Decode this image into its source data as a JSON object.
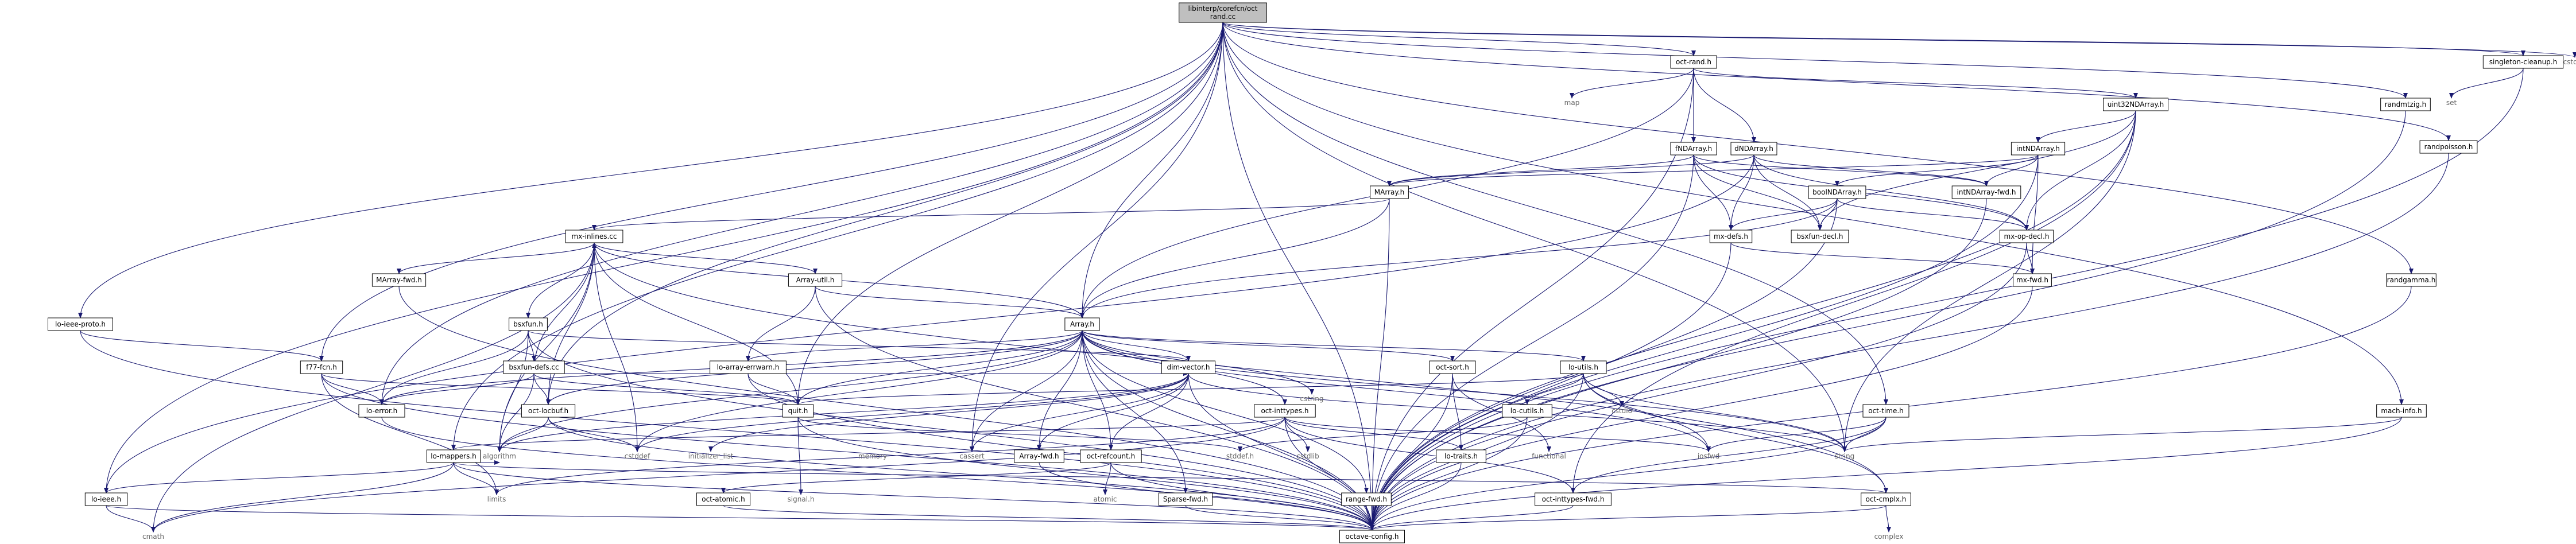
{
  "graph": {
    "edge_color": "#191970",
    "root_fill": "#bfbfbf",
    "external_text_color": "#666666",
    "nodes": [
      {
        "id": "root",
        "label": "libinterp/corefcn/oct\nrand.cc",
        "kind": "root"
      },
      {
        "id": "oct-rand",
        "label": "oct-rand.h",
        "kind": "file"
      },
      {
        "id": "singleton",
        "label": "singleton-cleanup.h",
        "kind": "file"
      },
      {
        "id": "cstdint",
        "label": "cstdint",
        "kind": "external"
      },
      {
        "id": "map",
        "label": "map",
        "kind": "external"
      },
      {
        "id": "uint32",
        "label": "uint32NDArray.h",
        "kind": "file"
      },
      {
        "id": "randmtzig",
        "label": "randmtzig.h",
        "kind": "file"
      },
      {
        "id": "set",
        "label": "set",
        "kind": "external"
      },
      {
        "id": "randpoisson",
        "label": "randpoisson.h",
        "kind": "file"
      },
      {
        "id": "fNDArray",
        "label": "fNDArray.h",
        "kind": "file"
      },
      {
        "id": "dNDArray",
        "label": "dNDArray.h",
        "kind": "file"
      },
      {
        "id": "intNDArray",
        "label": "intNDArray.h",
        "kind": "file"
      },
      {
        "id": "MArray",
        "label": "MArray.h",
        "kind": "file"
      },
      {
        "id": "intNDArray-fwd",
        "label": "intNDArray-fwd.h",
        "kind": "file"
      },
      {
        "id": "boolNDArray",
        "label": "boolNDArray.h",
        "kind": "file"
      },
      {
        "id": "mx-inlines",
        "label": "mx-inlines.cc",
        "kind": "file"
      },
      {
        "id": "mx-defs",
        "label": "mx-defs.h",
        "kind": "file"
      },
      {
        "id": "bsxfun-decl",
        "label": "bsxfun-decl.h",
        "kind": "file"
      },
      {
        "id": "mx-op-decl",
        "label": "mx-op-decl.h",
        "kind": "file"
      },
      {
        "id": "MArray-fwd",
        "label": "MArray-fwd.h",
        "kind": "file"
      },
      {
        "id": "Array-util",
        "label": "Array-util.h",
        "kind": "file"
      },
      {
        "id": "mx-fwd",
        "label": "mx-fwd.h",
        "kind": "file"
      },
      {
        "id": "randgamma",
        "label": "randgamma.h",
        "kind": "file"
      },
      {
        "id": "lo-ieee-proto",
        "label": "lo-ieee-proto.h",
        "kind": "file"
      },
      {
        "id": "Array",
        "label": "Array.h",
        "kind": "file"
      },
      {
        "id": "bsxfun",
        "label": "bsxfun.h",
        "kind": "file"
      },
      {
        "id": "f77-fcn",
        "label": "f77-fcn.h",
        "kind": "file"
      },
      {
        "id": "bsxfun-defs",
        "label": "bsxfun-defs.cc",
        "kind": "file"
      },
      {
        "id": "lo-array-errwarn",
        "label": "lo-array-errwarn.h",
        "kind": "file"
      },
      {
        "id": "dim-vector",
        "label": "dim-vector.h",
        "kind": "file"
      },
      {
        "id": "oct-sort",
        "label": "oct-sort.h",
        "kind": "file"
      },
      {
        "id": "lo-utils",
        "label": "lo-utils.h",
        "kind": "file"
      },
      {
        "id": "cstring",
        "label": "cstring",
        "kind": "external"
      },
      {
        "id": "oct-time",
        "label": "oct-time.h",
        "kind": "file"
      },
      {
        "id": "mach-info",
        "label": "mach-info.h",
        "kind": "file"
      },
      {
        "id": "lo-error",
        "label": "lo-error.h",
        "kind": "file"
      },
      {
        "id": "quit",
        "label": "quit.h",
        "kind": "file"
      },
      {
        "id": "oct-inttypes",
        "label": "oct-inttypes.h",
        "kind": "file"
      },
      {
        "id": "lo-cutils",
        "label": "lo-cutils.h",
        "kind": "file"
      },
      {
        "id": "cstdio",
        "label": "cstdio",
        "kind": "external"
      },
      {
        "id": "oct-locbuf",
        "label": "oct-locbuf.h",
        "kind": "file"
      },
      {
        "id": "cstddef",
        "label": "cstddef",
        "kind": "external"
      },
      {
        "id": "initializer_list",
        "label": "initializer_list",
        "kind": "external"
      },
      {
        "id": "memory",
        "label": "memory",
        "kind": "external"
      },
      {
        "id": "cassert",
        "label": "cassert",
        "kind": "external"
      },
      {
        "id": "Array-fwd",
        "label": "Array-fwd.h",
        "kind": "file"
      },
      {
        "id": "oct-refcount",
        "label": "oct-refcount.h",
        "kind": "file"
      },
      {
        "id": "signal",
        "label": "signal.h",
        "kind": "external"
      },
      {
        "id": "stddef",
        "label": "stddef.h",
        "kind": "external"
      },
      {
        "id": "lo-traits",
        "label": "lo-traits.h",
        "kind": "file"
      },
      {
        "id": "functional",
        "label": "functional",
        "kind": "external"
      },
      {
        "id": "iosfwd",
        "label": "iosfwd",
        "kind": "external"
      },
      {
        "id": "string",
        "label": "string",
        "kind": "external"
      },
      {
        "id": "lo-mappers",
        "label": "lo-mappers.h",
        "kind": "file"
      },
      {
        "id": "algorithm",
        "label": "algorithm",
        "kind": "external"
      },
      {
        "id": "cstdlib",
        "label": "cstdlib",
        "kind": "external"
      },
      {
        "id": "limits",
        "label": "limits",
        "kind": "external"
      },
      {
        "id": "Sparse-fwd",
        "label": "Sparse-fwd.h",
        "kind": "file"
      },
      {
        "id": "range-fwd",
        "label": "range-fwd.h",
        "kind": "file"
      },
      {
        "id": "lo-ieee",
        "label": "lo-ieee.h",
        "kind": "file"
      },
      {
        "id": "oct-inttypes-fwd",
        "label": "oct-inttypes-fwd.h",
        "kind": "file"
      },
      {
        "id": "oct-cmplx",
        "label": "oct-cmplx.h",
        "kind": "file"
      },
      {
        "id": "oct-atomic",
        "label": "oct-atomic.h",
        "kind": "file"
      },
      {
        "id": "atomic",
        "label": "atomic",
        "kind": "external"
      },
      {
        "id": "cmath",
        "label": "cmath",
        "kind": "external"
      },
      {
        "id": "octave-config",
        "label": "octave-config.h",
        "kind": "file"
      },
      {
        "id": "complex",
        "label": "complex",
        "kind": "external"
      }
    ],
    "edges": [
      [
        "root",
        "oct-rand"
      ],
      [
        "root",
        "singleton"
      ],
      [
        "root",
        "cstdint"
      ],
      [
        "root",
        "randmtzig"
      ],
      [
        "root",
        "randpoisson"
      ],
      [
        "root",
        "randgamma"
      ],
      [
        "root",
        "mach-info"
      ],
      [
        "root",
        "oct-time"
      ],
      [
        "root",
        "quit"
      ],
      [
        "root",
        "lo-ieee-proto"
      ],
      [
        "root",
        "lo-mappers"
      ],
      [
        "root",
        "lo-ieee"
      ],
      [
        "root",
        "Array"
      ],
      [
        "root",
        "f77-fcn"
      ],
      [
        "root",
        "lo-error"
      ],
      [
        "root",
        "oct-locbuf"
      ],
      [
        "root",
        "cassert"
      ],
      [
        "root",
        "string"
      ],
      [
        "root",
        "octave-config"
      ],
      [
        "oct-rand",
        "map"
      ],
      [
        "oct-rand",
        "uint32"
      ],
      [
        "oct-rand",
        "fNDArray"
      ],
      [
        "oct-rand",
        "dNDArray"
      ],
      [
        "oct-rand",
        "Array"
      ],
      [
        "oct-rand",
        "octave-config"
      ],
      [
        "singleton",
        "set"
      ],
      [
        "singleton",
        "octave-config"
      ],
      [
        "uint32",
        "intNDArray"
      ],
      [
        "uint32",
        "mx-op-decl"
      ],
      [
        "uint32",
        "bsxfun-decl"
      ],
      [
        "uint32",
        "string"
      ],
      [
        "uint32",
        "octave-config"
      ],
      [
        "uint32",
        "oct-inttypes-fwd"
      ],
      [
        "randmtzig",
        "octave-config"
      ],
      [
        "randpoisson",
        "octave-config"
      ],
      [
        "randgamma",
        "octave-config"
      ],
      [
        "fNDArray",
        "MArray"
      ],
      [
        "fNDArray",
        "intNDArray-fwd"
      ],
      [
        "fNDArray",
        "mx-defs"
      ],
      [
        "fNDArray",
        "mx-op-decl"
      ],
      [
        "fNDArray",
        "bsxfun-decl"
      ],
      [
        "fNDArray",
        "octave-config"
      ],
      [
        "dNDArray",
        "MArray"
      ],
      [
        "dNDArray",
        "intNDArray-fwd"
      ],
      [
        "dNDArray",
        "mx-defs"
      ],
      [
        "dNDArray",
        "mx-op-decl"
      ],
      [
        "dNDArray",
        "bsxfun-decl"
      ],
      [
        "dNDArray",
        "lo-ieee"
      ],
      [
        "intNDArray",
        "MArray"
      ],
      [
        "intNDArray",
        "boolNDArray"
      ],
      [
        "intNDArray",
        "intNDArray-fwd"
      ],
      [
        "intNDArray",
        "mx-fwd"
      ],
      [
        "intNDArray",
        "octave-config"
      ],
      [
        "MArray",
        "mx-inlines"
      ],
      [
        "MArray",
        "Array"
      ],
      [
        "MArray",
        "octave-config"
      ],
      [
        "intNDArray-fwd",
        "octave-config"
      ],
      [
        "boolNDArray",
        "mx-defs"
      ],
      [
        "boolNDArray",
        "bsxfun-decl"
      ],
      [
        "boolNDArray",
        "mx-op-decl"
      ],
      [
        "boolNDArray",
        "Array"
      ],
      [
        "boolNDArray",
        "octave-config"
      ],
      [
        "mx-inlines",
        "MArray-fwd"
      ],
      [
        "mx-inlines",
        "Array-util"
      ],
      [
        "mx-inlines",
        "Array"
      ],
      [
        "mx-inlines",
        "bsxfun"
      ],
      [
        "mx-inlines",
        "oct-cmplx"
      ],
      [
        "mx-inlines",
        "oct-locbuf"
      ],
      [
        "mx-inlines",
        "quit"
      ],
      [
        "mx-inlines",
        "cstddef"
      ],
      [
        "mx-inlines",
        "algorithm"
      ],
      [
        "mx-inlines",
        "cmath"
      ],
      [
        "mx-defs",
        "mx-fwd"
      ],
      [
        "mx-defs",
        "octave-config"
      ],
      [
        "mx-op-decl",
        "mx-fwd"
      ],
      [
        "mx-op-decl",
        "octave-config"
      ],
      [
        "mx-fwd",
        "octave-config"
      ],
      [
        "MArray-fwd",
        "octave-config"
      ],
      [
        "Array-util",
        "Array"
      ],
      [
        "Array-util",
        "lo-array-errwarn"
      ],
      [
        "Array-util",
        "octave-config"
      ],
      [
        "lo-ieee-proto",
        "f77-fcn"
      ],
      [
        "lo-ieee-proto",
        "octave-config"
      ],
      [
        "Array",
        "dim-vector"
      ],
      [
        "Array",
        "oct-sort"
      ],
      [
        "Array",
        "lo-utils"
      ],
      [
        "Array",
        "cstring"
      ],
      [
        "Array",
        "Array-fwd"
      ],
      [
        "Array",
        "oct-refcount"
      ],
      [
        "Array",
        "quit"
      ],
      [
        "Array",
        "lo-error"
      ],
      [
        "Array",
        "oct-locbuf"
      ],
      [
        "Array",
        "cassert"
      ],
      [
        "Array",
        "cstddef"
      ],
      [
        "Array",
        "algorithm"
      ],
      [
        "Array",
        "iosfwd"
      ],
      [
        "Array",
        "string"
      ],
      [
        "Array",
        "octave-config"
      ],
      [
        "Array",
        "lo-array-errwarn"
      ],
      [
        "bsxfun",
        "bsxfun-defs"
      ],
      [
        "bsxfun",
        "dim-vector"
      ],
      [
        "bsxfun",
        "lo-error"
      ],
      [
        "bsxfun",
        "algorithm"
      ],
      [
        "bsxfun",
        "octave-config"
      ],
      [
        "bsxfun-defs",
        "mx-inlines"
      ],
      [
        "bsxfun-defs",
        "dim-vector"
      ],
      [
        "bsxfun-defs",
        "oct-locbuf"
      ],
      [
        "bsxfun-defs",
        "lo-error"
      ],
      [
        "bsxfun-defs",
        "quit"
      ],
      [
        "bsxfun-defs",
        "algorithm"
      ],
      [
        "f77-fcn",
        "lo-error"
      ],
      [
        "f77-fcn",
        "quit"
      ],
      [
        "f77-fcn",
        "octave-config"
      ],
      [
        "f77-fcn",
        "limits"
      ],
      [
        "lo-array-errwarn",
        "dim-vector"
      ],
      [
        "lo-array-errwarn",
        "quit"
      ],
      [
        "lo-array-errwarn",
        "octave-config"
      ],
      [
        "dim-vector",
        "initializer_list"
      ],
      [
        "dim-vector",
        "string"
      ],
      [
        "dim-vector",
        "oct-refcount"
      ],
      [
        "dim-vector",
        "cassert"
      ],
      [
        "dim-vector",
        "cstddef"
      ],
      [
        "dim-vector",
        "algorithm"
      ],
      [
        "dim-vector",
        "octave-config"
      ],
      [
        "dim-vector",
        "Array-fwd"
      ],
      [
        "oct-sort",
        "lo-traits"
      ],
      [
        "oct-sort",
        "functional"
      ],
      [
        "oct-sort",
        "octave-config"
      ],
      [
        "lo-utils",
        "lo-cutils"
      ],
      [
        "lo-utils",
        "cstdio"
      ],
      [
        "lo-utils",
        "iosfwd"
      ],
      [
        "lo-utils",
        "string"
      ],
      [
        "lo-utils",
        "quit"
      ],
      [
        "lo-utils",
        "oct-cmplx"
      ],
      [
        "lo-utils",
        "octave-config"
      ],
      [
        "oct-time",
        "iosfwd"
      ],
      [
        "oct-time",
        "string"
      ],
      [
        "oct-time",
        "oct-inttypes-fwd"
      ],
      [
        "oct-time",
        "octave-config"
      ],
      [
        "mach-info",
        "string"
      ],
      [
        "mach-info",
        "octave-config"
      ],
      [
        "lo-error",
        "octave-config"
      ],
      [
        "quit",
        "signal"
      ],
      [
        "quit",
        "stddef"
      ],
      [
        "quit",
        "octave-config"
      ],
      [
        "oct-inttypes",
        "lo-mappers"
      ],
      [
        "oct-inttypes",
        "lo-traits"
      ],
      [
        "oct-inttypes",
        "oct-inttypes-fwd"
      ],
      [
        "oct-inttypes",
        "cstdlib"
      ],
      [
        "oct-inttypes",
        "cmath"
      ],
      [
        "oct-inttypes",
        "iosfwd"
      ],
      [
        "oct-inttypes",
        "limits"
      ],
      [
        "oct-inttypes",
        "octave-config"
      ],
      [
        "lo-cutils",
        "stddef"
      ],
      [
        "lo-cutils",
        "octave-config"
      ],
      [
        "oct-locbuf",
        "cstddef"
      ],
      [
        "oct-locbuf",
        "algorithm"
      ],
      [
        "oct-locbuf",
        "octave-config"
      ],
      [
        "Array-fwd",
        "octave-config"
      ],
      [
        "oct-refcount",
        "atomic"
      ],
      [
        "oct-refcount",
        "octave-config"
      ],
      [
        "lo-traits",
        "octave-config"
      ],
      [
        "lo-mappers",
        "lo-ieee"
      ],
      [
        "lo-mappers",
        "oct-cmplx"
      ],
      [
        "lo-mappers",
        "cmath"
      ],
      [
        "lo-mappers",
        "algorithm"
      ],
      [
        "lo-mappers",
        "limits"
      ],
      [
        "lo-mappers",
        "octave-config"
      ],
      [
        "Sparse-fwd",
        "octave-config"
      ],
      [
        "range-fwd",
        "octave-config"
      ],
      [
        "lo-ieee",
        "cmath"
      ],
      [
        "lo-ieee",
        "octave-config"
      ],
      [
        "oct-inttypes-fwd",
        "octave-config"
      ],
      [
        "oct-cmplx",
        "complex"
      ],
      [
        "oct-cmplx",
        "octave-config"
      ],
      [
        "oct-atomic",
        "octave-config"
      ],
      [
        "oct-refcount",
        "oct-atomic"
      ],
      [
        "Array",
        "Sparse-fwd"
      ],
      [
        "Array",
        "range-fwd"
      ],
      [
        "Array",
        "oct-inttypes"
      ]
    ]
  }
}
